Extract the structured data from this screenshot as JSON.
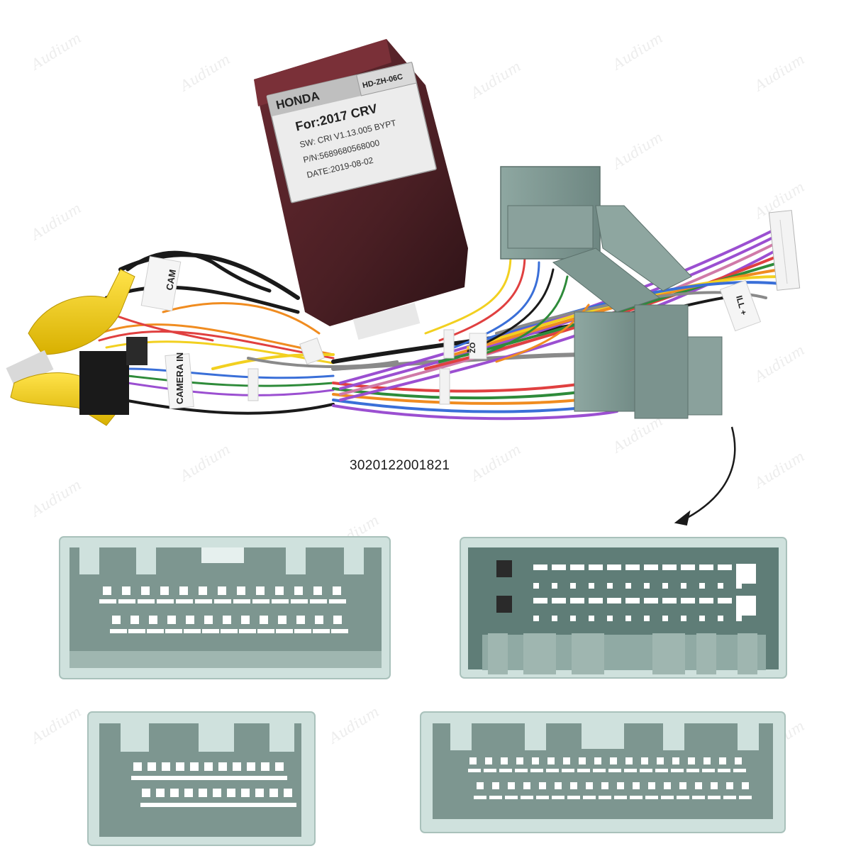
{
  "module": {
    "brand": "HONDA",
    "model_code": "HD-ZH-06C",
    "vehicle": "For:2017  CRV",
    "software": "SW: CRI V1.13.005 BYPT",
    "part_no": "P/N:5689680568000",
    "date": "DATE:2019-08-02"
  },
  "cable_labels": {
    "camera_in": "CAMERA IN",
    "cam": "CAM",
    "ill": "ILL +",
    "partial": "ZO"
  },
  "part_number": "3020122001821",
  "watermark": "Audium",
  "colors": {
    "module_body": "#4a1f24",
    "connector_gray": "#7d9690",
    "connector_light": "#cfe1dd",
    "rca_yellow": "#f2cf10"
  },
  "wire_colors": [
    "#9b4fd1",
    "#e04040",
    "#2e8b3a",
    "#f08c20",
    "#f2d020",
    "#3a6fd8",
    "#1a1a1a",
    "#8a8a8a",
    "#ffffff",
    "#d07aa8"
  ]
}
